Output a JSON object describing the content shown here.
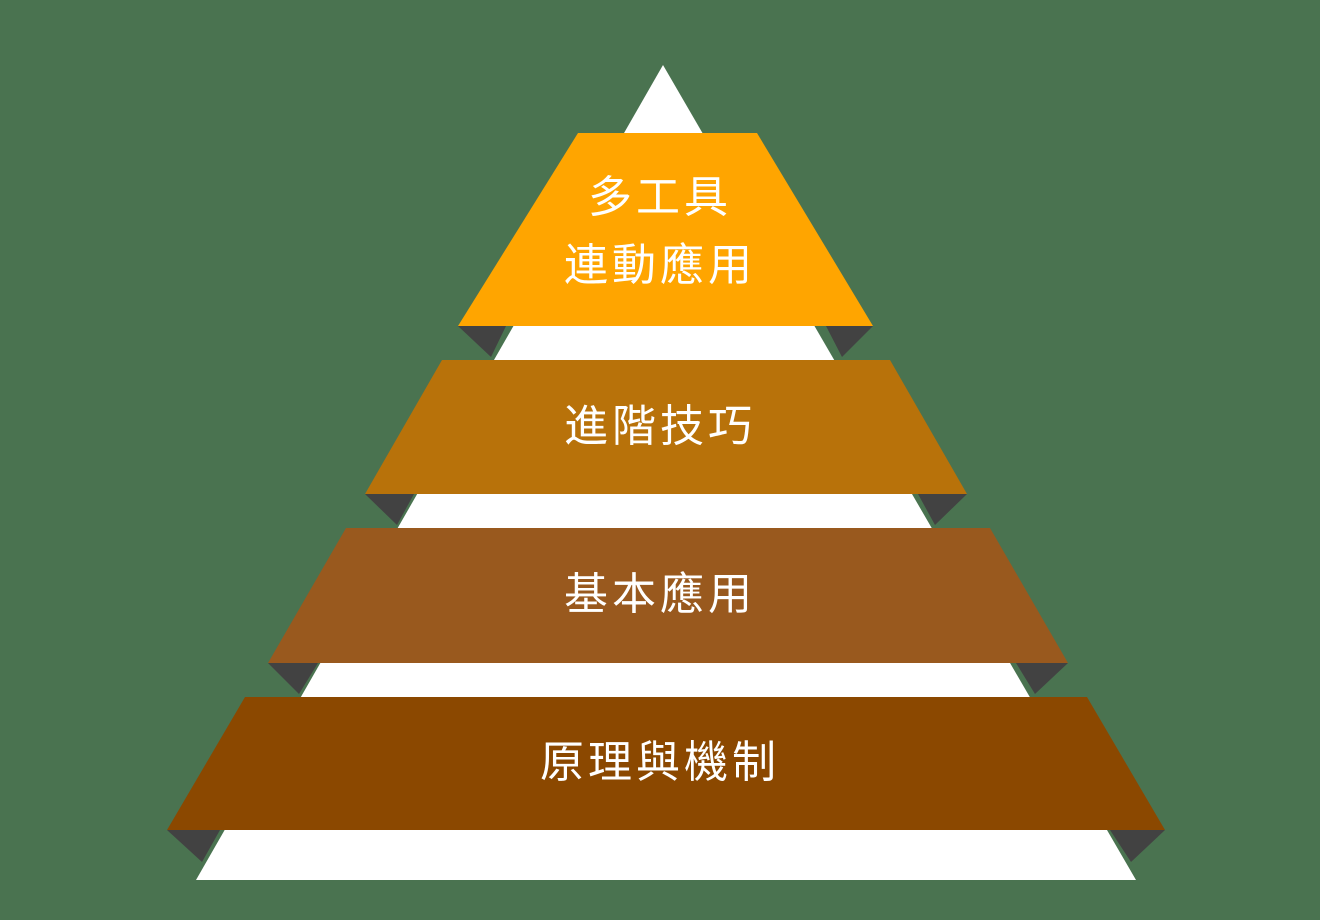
{
  "diagram": {
    "type": "pyramid",
    "background_color": "#4A7350",
    "pyramid_color": "#FFFFFF",
    "fold_color": "#424242",
    "levels": [
      {
        "line1": "多工具",
        "line2": "連動應用",
        "color": "#FFA500"
      },
      {
        "line1": "進階技巧",
        "color": "#B8720A"
      },
      {
        "line1": "基本應用",
        "color": "#99591E"
      },
      {
        "line1": "原理與機制",
        "color": "#8B4800"
      }
    ]
  }
}
